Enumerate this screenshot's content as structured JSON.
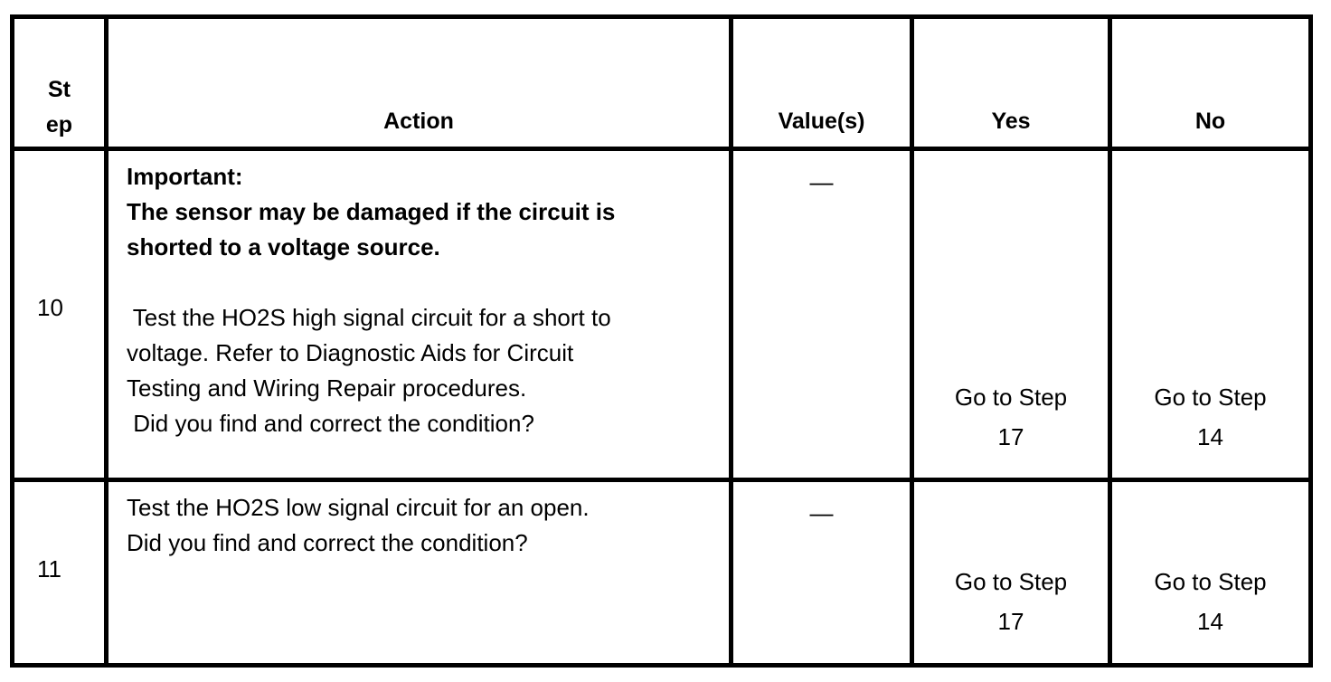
{
  "table": {
    "columns": [
      {
        "id": "step",
        "label_line1": "St",
        "label_line2": "ep",
        "label": "Step"
      },
      {
        "id": "action",
        "label": "Action"
      },
      {
        "id": "value",
        "label": "Value(s)"
      },
      {
        "id": "yes",
        "label": "Yes"
      },
      {
        "id": "no",
        "label": "No"
      }
    ],
    "rows": [
      {
        "step": "10",
        "action_lines": [
          {
            "text": "Important:",
            "bold": true
          },
          {
            "text": "The sensor may be damaged if the circuit is",
            "bold": true
          },
          {
            "text": "shorted to a voltage source.",
            "bold": true
          },
          {
            "text": "",
            "bold": false
          },
          {
            "text": " Test the HO2S high signal circuit for a short to",
            "bold": false
          },
          {
            "text": "voltage. Refer to Diagnostic Aids for Circuit",
            "bold": false
          },
          {
            "text": "Testing and Wiring Repair procedures.",
            "bold": false
          },
          {
            "text": " Did you find and correct the condition?",
            "bold": false
          }
        ],
        "value": "—",
        "yes_line1": "Go to Step",
        "yes_line2": "17",
        "no_line1": "Go to Step",
        "no_line2": "14"
      },
      {
        "step": "11",
        "action_lines": [
          {
            "text": "Test the HO2S low signal circuit for an open.",
            "bold": false
          },
          {
            "text": "Did you find and correct the condition?",
            "bold": false
          }
        ],
        "value": "—",
        "yes_line1": "Go to Step",
        "yes_line2": "17",
        "no_line1": "Go to Step",
        "no_line2": "14"
      }
    ]
  },
  "colors": {
    "border": "#000000",
    "text": "#000000",
    "background": "#ffffff"
  }
}
